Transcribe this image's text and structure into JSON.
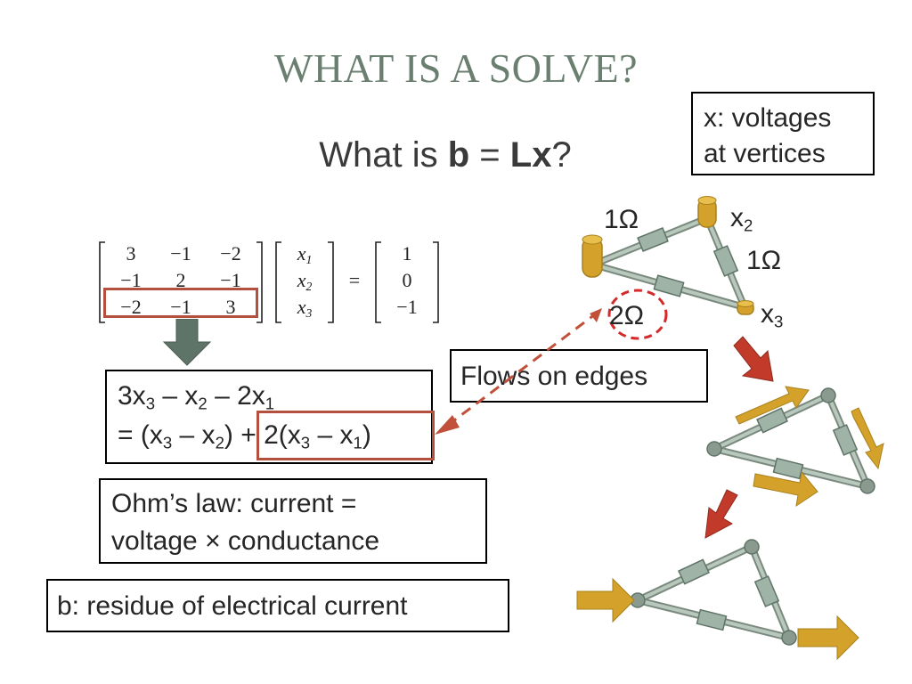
{
  "slide": {
    "title": "WHAT IS A SOLVE?",
    "question": {
      "prefix": "What is ",
      "b": "b",
      "eq": " = ",
      "lx": "Lx",
      "suffix": "?"
    }
  },
  "matrix": {
    "rows": [
      [
        "3",
        "−1",
        "−2"
      ],
      [
        "−1",
        "2",
        "−1"
      ],
      [
        "−2",
        "−1",
        "3"
      ]
    ],
    "x_vector": [
      "x",
      "x",
      "x"
    ],
    "x_subscripts": [
      "1",
      "2",
      "3"
    ],
    "equals": "=",
    "rhs": [
      "1",
      "0",
      "−1"
    ]
  },
  "x_box": {
    "line1": "x: voltages",
    "line2": "at vertices"
  },
  "flows_box": {
    "text": "Flows on edges"
  },
  "equation_box": {
    "line1": {
      "a": "3x",
      "a_sub": "3",
      "b": " – x",
      "b_sub": "2",
      "c": " – 2x",
      "c_sub": "1"
    },
    "line2": {
      "a": "= (x",
      "a_sub": "3",
      "b": " – x",
      "b_sub": "2",
      "c": ") + 2(x",
      "c_sub": "3",
      "d": " – x",
      "d_sub": "1",
      "e": ")"
    }
  },
  "ohm_box": {
    "line1": "Ohm’s law: current =",
    "line2": "voltage × conductance"
  },
  "b_box": {
    "text": "b: residue of electrical current"
  },
  "circuit": {
    "r1": "1Ω",
    "r2": "1Ω",
    "r3": "2Ω",
    "x2": "x",
    "x2_sub": "2",
    "x3": "x",
    "x3_sub": "3"
  },
  "colors": {
    "title": "#6a7f70",
    "highlight_box": "#b5503f",
    "arrow_red": "#c0392b",
    "node_gold": "#d4a22a",
    "edge_gray": "#8a9a8e",
    "resistor": "#9fb3a6"
  }
}
